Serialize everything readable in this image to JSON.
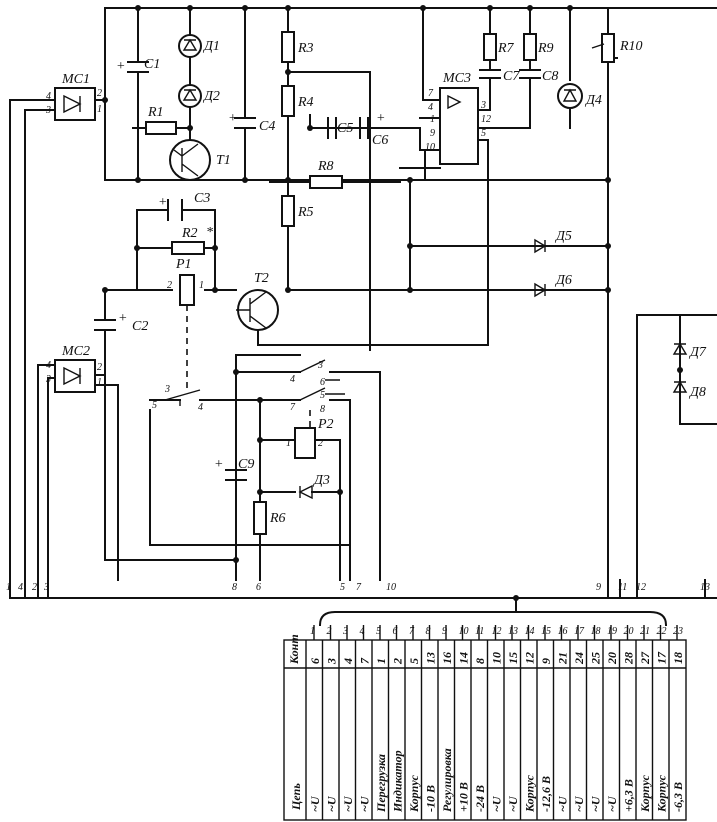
{
  "components": {
    "mc1": "MC1",
    "mc2": "MC2",
    "mc3": "MC3",
    "d1": "Д1",
    "d2": "Д2",
    "d3": "Д3",
    "d4": "Д4",
    "d5": "Д5",
    "d6": "Д6",
    "d7": "Д7",
    "d8": "Д8",
    "c1": "C1",
    "c2": "C2",
    "c3": "C3",
    "c4": "C4",
    "c5": "C5",
    "c6": "C6",
    "c7": "C7",
    "c8": "C8",
    "c9": "C9",
    "r1": "R1",
    "r2": "R2",
    "r2_mark": "*",
    "r3": "R3",
    "r4": "R4",
    "r5": "R5",
    "r6": "R6",
    "r7": "R7",
    "r8": "R8",
    "r9": "R9",
    "r10": "R10",
    "t1": "T1",
    "t2": "T2",
    "p1": "P1",
    "p2": "P2",
    "plus": "+"
  },
  "pins": {
    "mc1": [
      "4",
      "3",
      "2",
      "1"
    ],
    "mc2": [
      "4",
      "3",
      "2",
      "1"
    ],
    "mc3": [
      "7",
      "4",
      "1",
      "9",
      "10",
      "3",
      "12",
      "5"
    ],
    "p1": [
      "2",
      "1"
    ],
    "p1_contact": [
      "3",
      "5",
      "4"
    ],
    "p2": [
      "1",
      "2"
    ],
    "p2_contact": [
      "3",
      "4",
      "6",
      "7",
      "8",
      "5"
    ]
  },
  "bus_wires": [
    "1",
    "4",
    "2",
    "3",
    "8",
    "6",
    "5",
    "7",
    "10",
    "9",
    "11",
    "12",
    "13"
  ],
  "connector": {
    "contact_header": "Конт",
    "circuit_header": "Цепь",
    "wire_numbers": [
      "1",
      "2",
      "3",
      "4",
      "5",
      "6",
      "7",
      "8",
      "9",
      "10",
      "11",
      "12",
      "13",
      "14",
      "15",
      "16",
      "17",
      "18",
      "19",
      "20",
      "21",
      "22",
      "23"
    ],
    "contacts": [
      "6",
      "3",
      "4",
      "7",
      "1",
      "2",
      "5",
      "13",
      "16",
      "14",
      "8",
      "10",
      "15",
      "12",
      "9",
      "21",
      "24",
      "25",
      "20",
      "28",
      "27",
      "17",
      "18"
    ],
    "circuits": [
      "~U",
      "~U",
      "~U",
      "~U",
      "Перегрузка",
      "Индикатор",
      "Корпус",
      "-10 В",
      "Регулировка",
      "+10 В",
      "-24 В",
      "~U",
      "~U",
      "Корпус",
      "-12,6 В",
      "~U",
      "~U",
      "~U",
      "~U",
      "+6,3 В",
      "Корпус",
      "Корпус",
      "-6,3 В"
    ]
  }
}
